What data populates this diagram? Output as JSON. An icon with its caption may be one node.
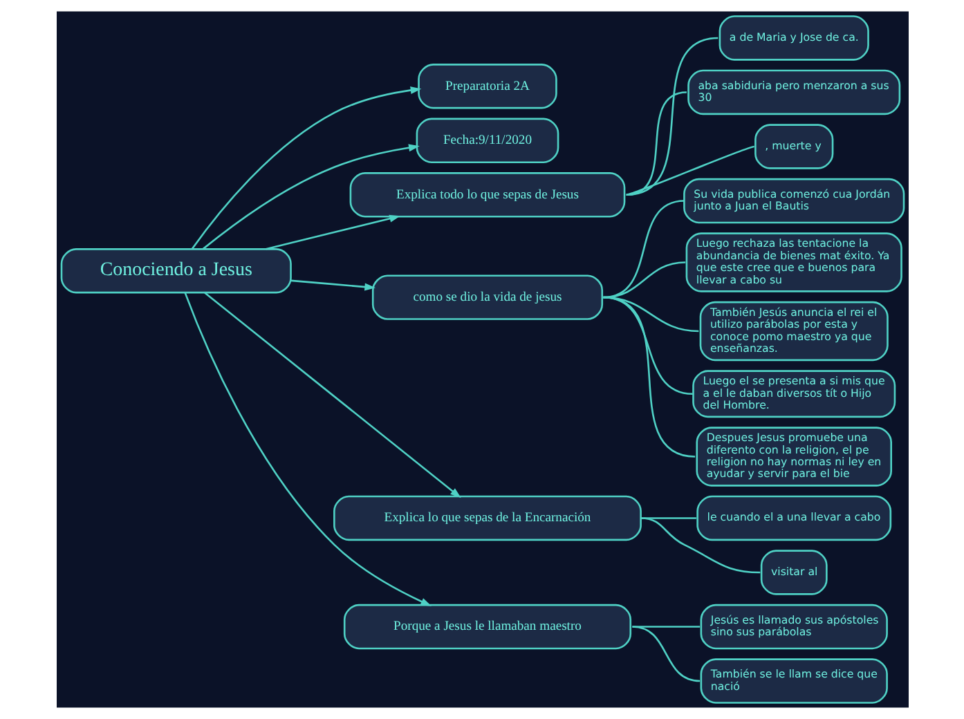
{
  "diagram": {
    "nodes": [
      {
        "text": [
          "Conociendo a Jesus"
        ]
      },
      {
        "text": [
          "Preparatoria 2A"
        ]
      },
      {
        "text": [
          "Fecha:9/11/2020"
        ]
      },
      {
        "text": [
          "Explica todo lo que sepas de Jesus"
        ]
      },
      {
        "text": [
          "a de Maria y Jose de ca."
        ]
      },
      {
        "text": [
          "aba sabiduria pero menzaron a sus 30"
        ]
      },
      {
        "text": [
          ", muerte y"
        ]
      },
      {
        "text": [
          "como se dio la vida de jesus"
        ]
      },
      {
        "text": [
          "Su vida publica comenzó cua Jordán junto a Juan el Bautis"
        ]
      },
      {
        "text": [
          "Luego rechaza las tentacione la abundancia de bienes mat éxito. Ya que este cree que e buenos para llevar a cabo su"
        ]
      },
      {
        "text": [
          "También Jesús anuncia el rei el utilizo parábolas por esta y conoce pomo maestro ya que enseñanzas."
        ]
      },
      {
        "text": [
          "Luego el se presenta a si mis que a el le daban diversos tít o Hijo del Hombre."
        ]
      },
      {
        "text": [
          "Despues Jesus promuebe una diferento con la religion, el pe religion no hay normas ni ley en ayudar y servir para el bie"
        ]
      },
      {
        "text": [
          "Explica lo que sepas de la Encarnación"
        ]
      },
      {
        "text": [
          "le cuando el a una llevar a cabo"
        ]
      },
      {
        "text": [
          "visitar al"
        ]
      },
      {
        "text": [
          "Porque a Jesus le llamaban maestro"
        ]
      },
      {
        "text": [
          "Jesús es llamado sus apóstoles sino sus parábolas"
        ]
      },
      {
        "text": [
          "También se le llam se dice que nació"
        ]
      }
    ],
    "edges": [
      {
        "from": 0,
        "to": 1,
        "arrow": "to"
      },
      {
        "from": 0,
        "to": 2,
        "arrow": "to"
      },
      {
        "from": 0,
        "to": 3,
        "arrow": "to"
      },
      {
        "from": 3,
        "to": 4,
        "arrow": "none"
      },
      {
        "from": 3,
        "to": 5,
        "arrow": "none"
      },
      {
        "from": 3,
        "to": 6,
        "arrow": "none"
      },
      {
        "from": 0,
        "to": 7,
        "arrow": "to"
      },
      {
        "from": 7,
        "to": 8,
        "arrow": "none"
      },
      {
        "from": 7,
        "to": 9,
        "arrow": "none"
      },
      {
        "from": 7,
        "to": 10,
        "arrow": "none"
      },
      {
        "from": 7,
        "to": 11,
        "arrow": "none"
      },
      {
        "from": 7,
        "to": 12,
        "arrow": "none"
      },
      {
        "from": 0,
        "to": 13,
        "arrow": "to"
      },
      {
        "from": 13,
        "to": 14,
        "arrow": "none"
      },
      {
        "from": 13,
        "to": 15,
        "arrow": "none"
      },
      {
        "from": 0,
        "to": 16,
        "arrow": "to"
      },
      {
        "from": 16,
        "to": 17,
        "arrow": "none"
      },
      {
        "from": 16,
        "to": 18,
        "arrow": "none"
      }
    ]
  }
}
